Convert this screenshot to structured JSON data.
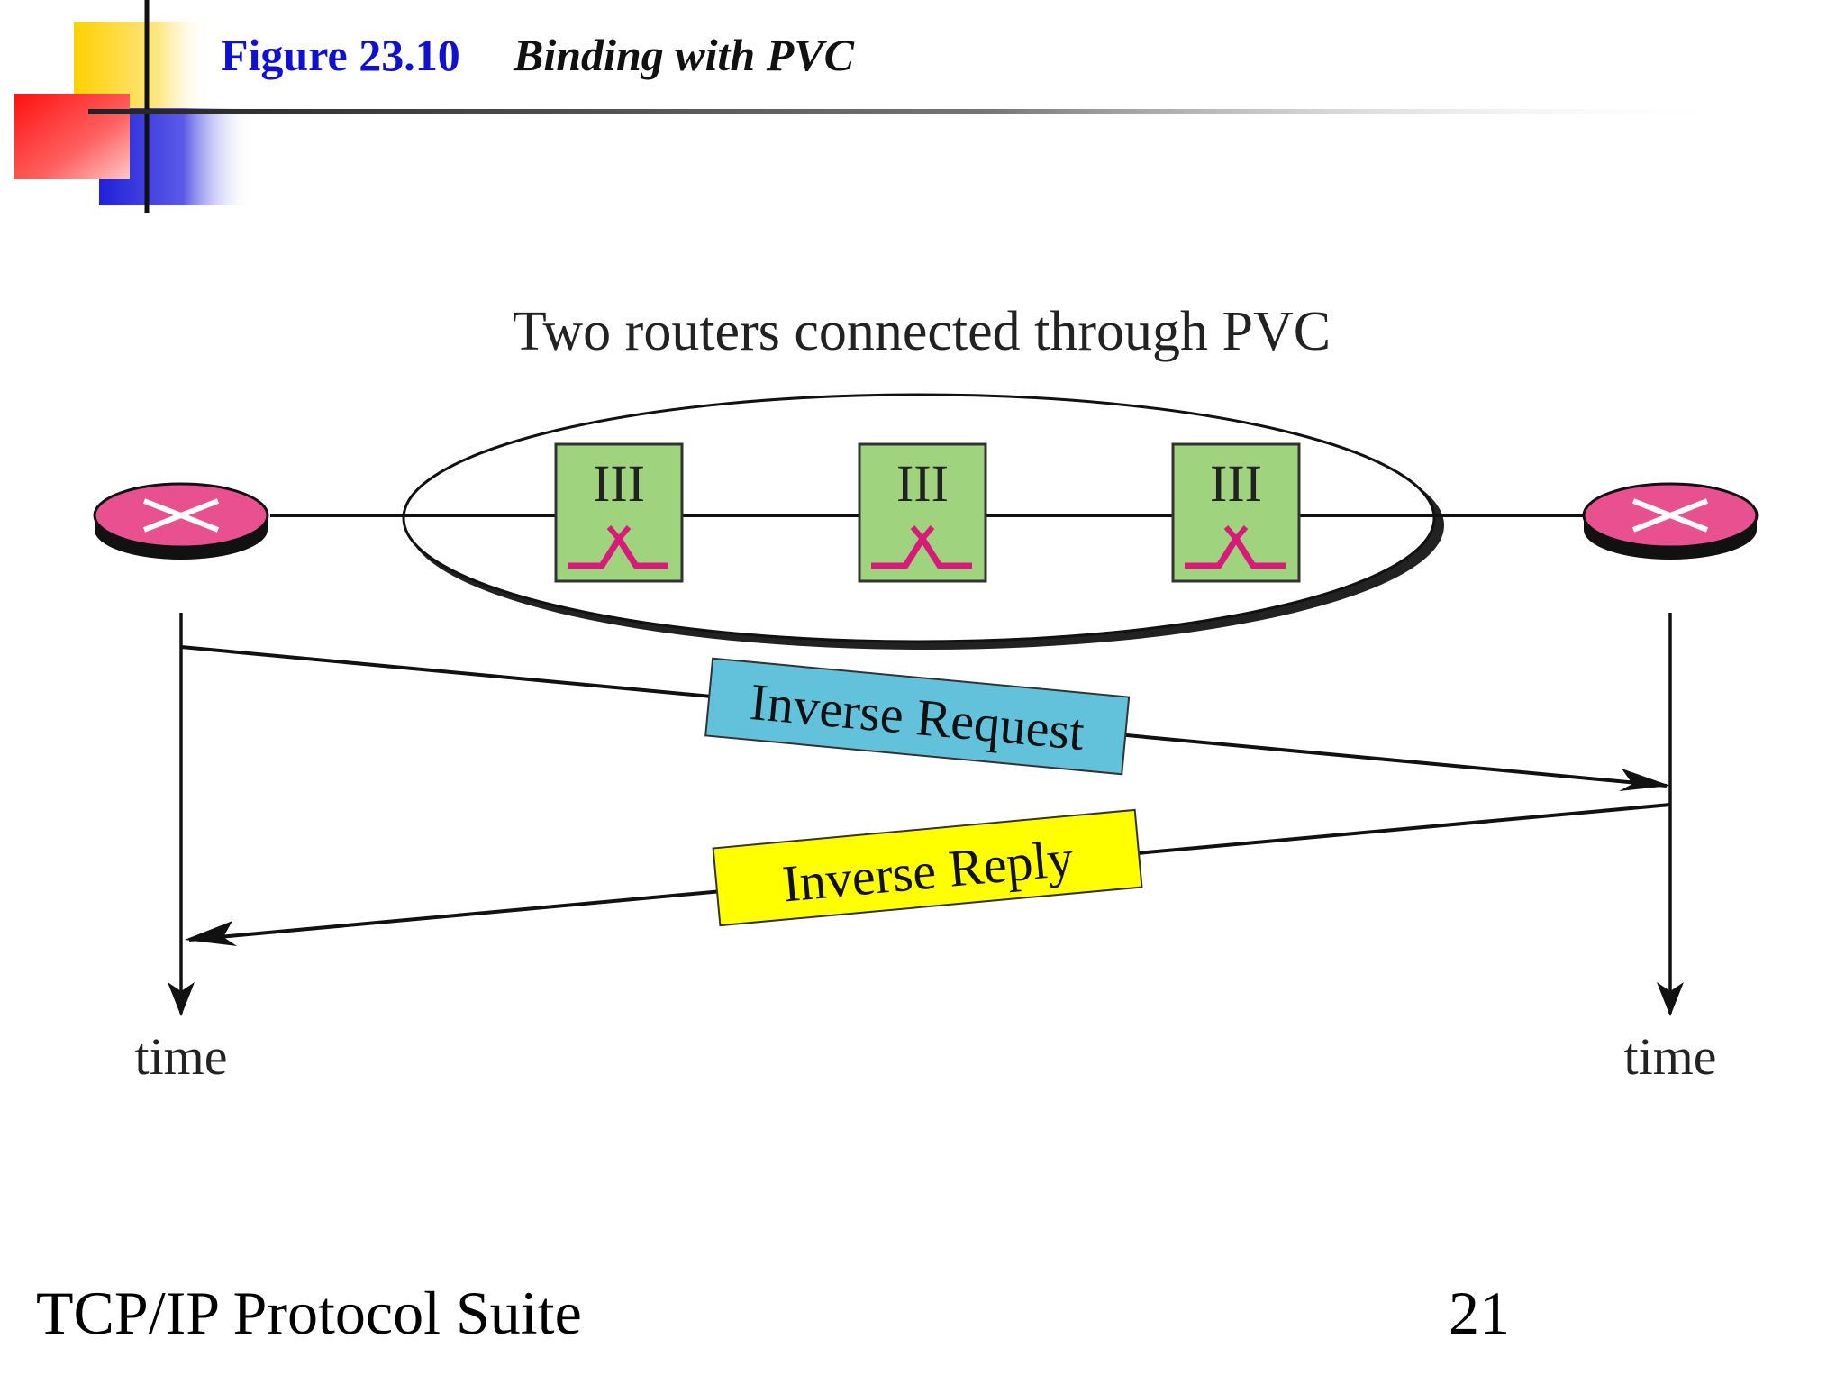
{
  "caption": {
    "number": "Figure 23.10",
    "title": "Binding with PVC"
  },
  "diagram": {
    "cloud_label": "Two routers connected through PVC",
    "switch_label": "III",
    "messages": {
      "request": "Inverse Request",
      "reply": "Inverse Reply"
    },
    "time_left": "time",
    "time_right": "time"
  },
  "colors": {
    "caption_blue": "#1010d0",
    "switch_fill": "#9fd37e",
    "router_fill": "#e8508f",
    "request_fill": "#62c2dc",
    "reply_fill": "#ffff00"
  },
  "footer": {
    "suite": "TCP/IP Protocol Suite",
    "page": "21"
  }
}
